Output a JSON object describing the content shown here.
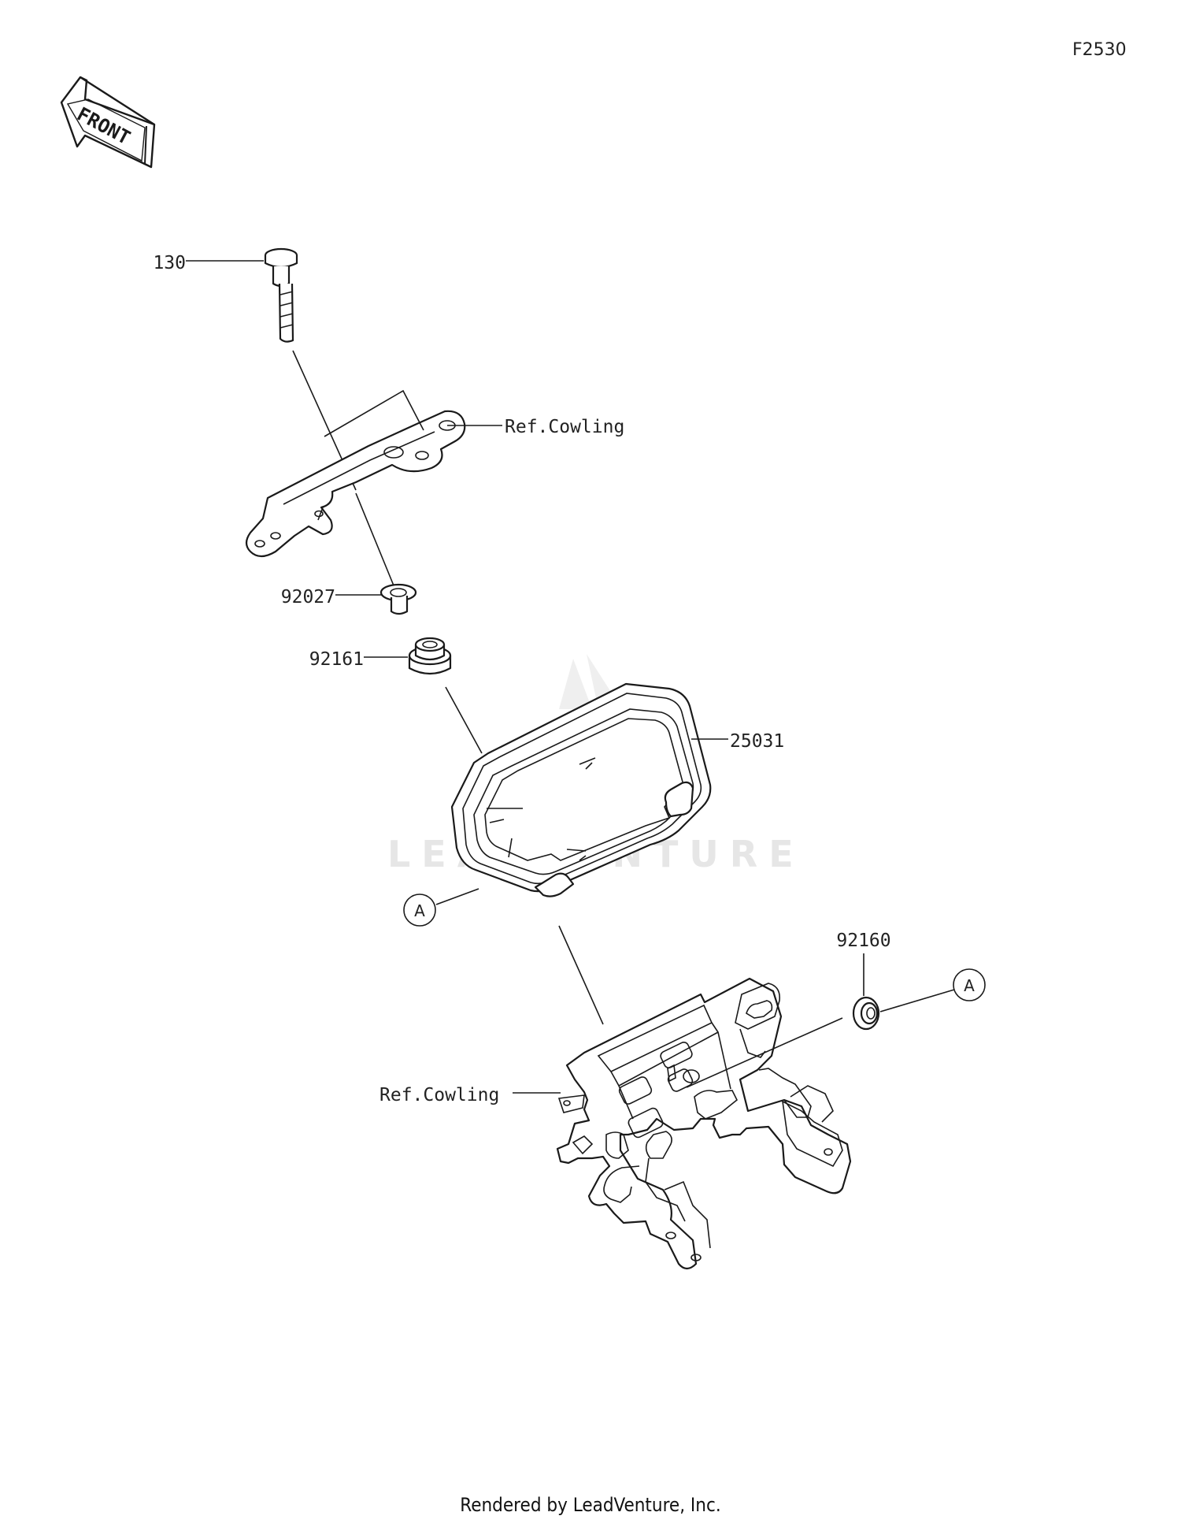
{
  "figure_code": "F2530",
  "front_label": "FRONT",
  "watermark": "LEADVENTURE",
  "footer": "Rendered by LeadVenture, Inc.",
  "callouts": {
    "bolt": "130",
    "ref_cowling_upper": "Ref.Cowling",
    "collar": "92027",
    "grommet_upper": "92161",
    "meter": "25031",
    "ref_a_left": "A",
    "grommet_lower": "92160",
    "ref_a_right": "A",
    "ref_cowling_lower": "Ref.Cowling"
  }
}
